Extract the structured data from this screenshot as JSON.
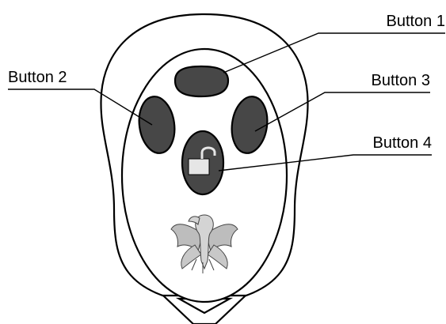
{
  "diagram": {
    "labels": {
      "button1": "Button 1",
      "button2": "Button 2",
      "button3": "Button 3",
      "button4": "Button 4"
    },
    "colors": {
      "button_fill": "#474747",
      "outline": "#000000",
      "background": "#ffffff",
      "lock_icon": "#e6e6e6",
      "logo": "#bdbdbd"
    },
    "icons": {
      "button4": "unlock-icon",
      "logo": "phoenix-logo-icon"
    }
  }
}
